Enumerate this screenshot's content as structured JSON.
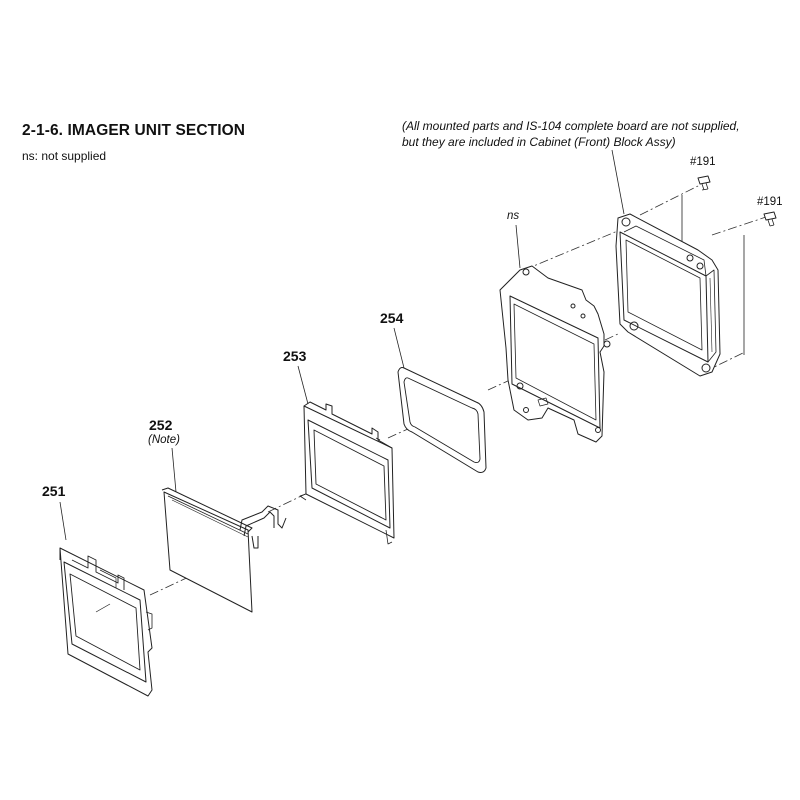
{
  "header": {
    "title": "2-1-6. IMAGER UNIT SECTION",
    "legend": "ns: not supplied"
  },
  "notes": {
    "supply_line1": "(All mounted parts and IS-104 complete board are not supplied,",
    "supply_line2": "but they are included in Cabinet (Front) Block Assy)"
  },
  "parts": {
    "p251": "251",
    "p252": "252",
    "p252_note": "(Note)",
    "p253": "253",
    "p254": "254",
    "ns": "ns",
    "screw_a": "#191",
    "screw_b": "#191"
  }
}
